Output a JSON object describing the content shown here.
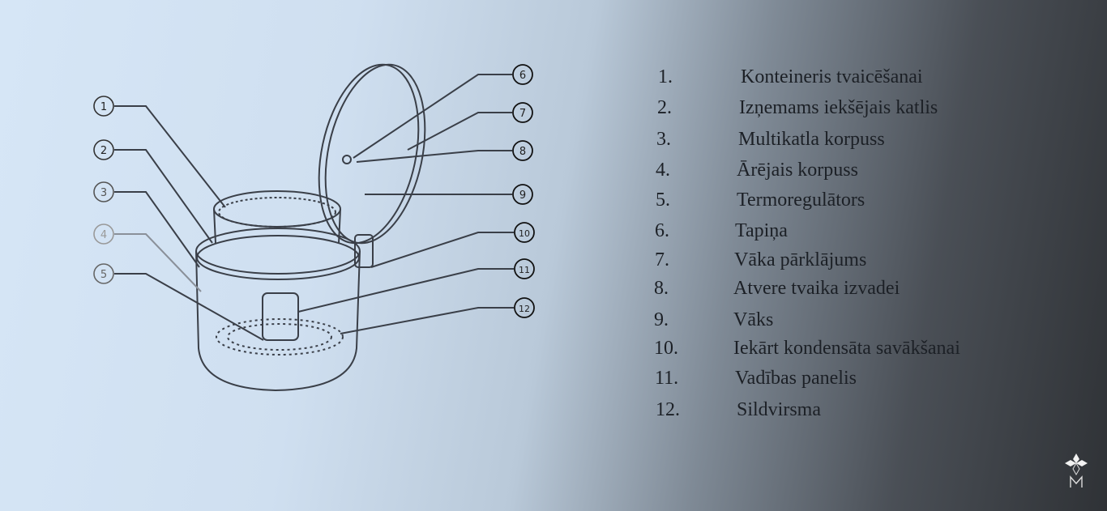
{
  "diagram": {
    "callouts": [
      "1",
      "2",
      "3",
      "4",
      "5",
      "6",
      "7",
      "8",
      "9",
      "10",
      "11",
      "12"
    ]
  },
  "legend": [
    {
      "num": "1.",
      "label": "Konteineris tvaicēšanai"
    },
    {
      "num": "2.",
      "label": "Izņemams iekšējais katlis"
    },
    {
      "num": "3.",
      "label": "Multikatla korpuss"
    },
    {
      "num": "4.",
      "label": "Ārējais korpuss"
    },
    {
      "num": "5.",
      "label": "Termoregulātors"
    },
    {
      "num": "6.",
      "label": "Tapiņa"
    },
    {
      "num": "7.",
      "label": "Vāka pārklājums"
    },
    {
      "num": "8.",
      "label": "Atvere tvaika izvadei"
    },
    {
      "num": "9.",
      "label": "Vāks"
    },
    {
      "num": "10.",
      "label": "Iekārt kondensāta savākšanai"
    },
    {
      "num": "11.",
      "label": "Vadības panelis"
    },
    {
      "num": "12.",
      "label": "Sildvirsma"
    }
  ],
  "logo": {
    "text": "M"
  }
}
